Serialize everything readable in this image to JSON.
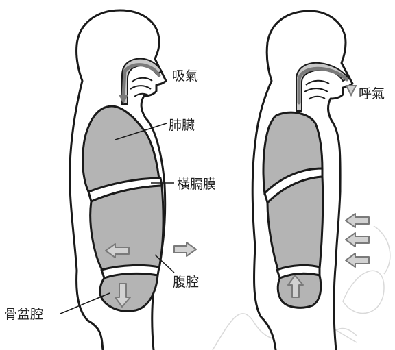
{
  "labels": {
    "inhale": "吸氣",
    "exhale": "呼氣",
    "lungs": "肺臟",
    "diaphragm": "橫膈膜",
    "abdominal_cavity": "腹腔",
    "pelvic_cavity": "骨盆腔"
  },
  "colors": {
    "outline": "#1a1a1a",
    "organ_fill": "#b4b4b4",
    "arrow_fill": "#d2d2d2",
    "arrow_stroke": "#7a7a7a",
    "airway_fill": "#c8c8c8",
    "watermark": "#d9d9d9"
  }
}
